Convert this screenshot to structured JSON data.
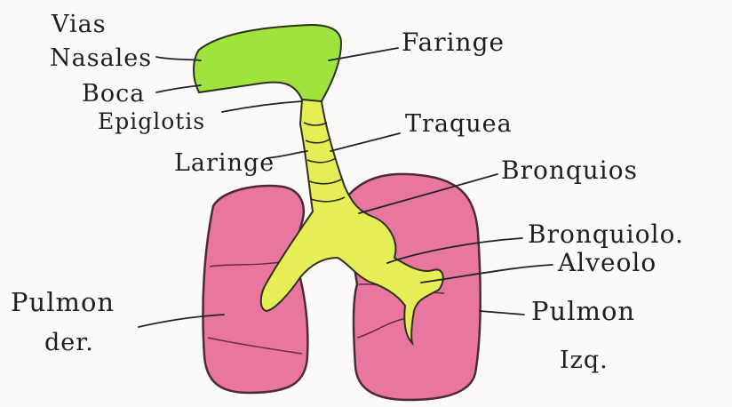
{
  "labels": {
    "vias": "Vias",
    "nasales": "Nasales",
    "boca": "Boca",
    "epiglotis": "Epiglotis",
    "laringe": "Laringe",
    "faringe": "Faringe",
    "traquea": "Traquea",
    "bronquios": "Bronquios",
    "bronquiolo": "Bronquiolo.",
    "alveolo": "Alveolo",
    "pulmon_izq_1": "Pulmon",
    "pulmon_izq_2": "Izq.",
    "pulmon_der_1": "Pulmon",
    "pulmon_der_2": "der."
  },
  "colors": {
    "lung": "#e8769f",
    "lung_outline": "#4d2a3a",
    "airway": "#e6ee55",
    "pharynx": "#9fe33d",
    "ink": "#1d1f26"
  }
}
